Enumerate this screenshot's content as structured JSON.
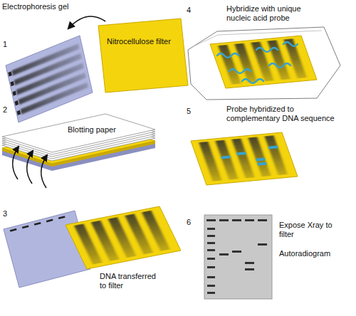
{
  "diagram": {
    "labels": [
      "Electrophoresis gel",
      "1",
      "Nitrocellulose filter",
      "2",
      "Blotting paper",
      "3",
      "DNA transferred to filter",
      "4",
      "Hybridize with unique nucleic acid probe",
      "5",
      "Probe hybridized to complementary DNA sequence",
      "6",
      "Expose Xray to filter",
      "Autoradiogram"
    ]
  }
}
